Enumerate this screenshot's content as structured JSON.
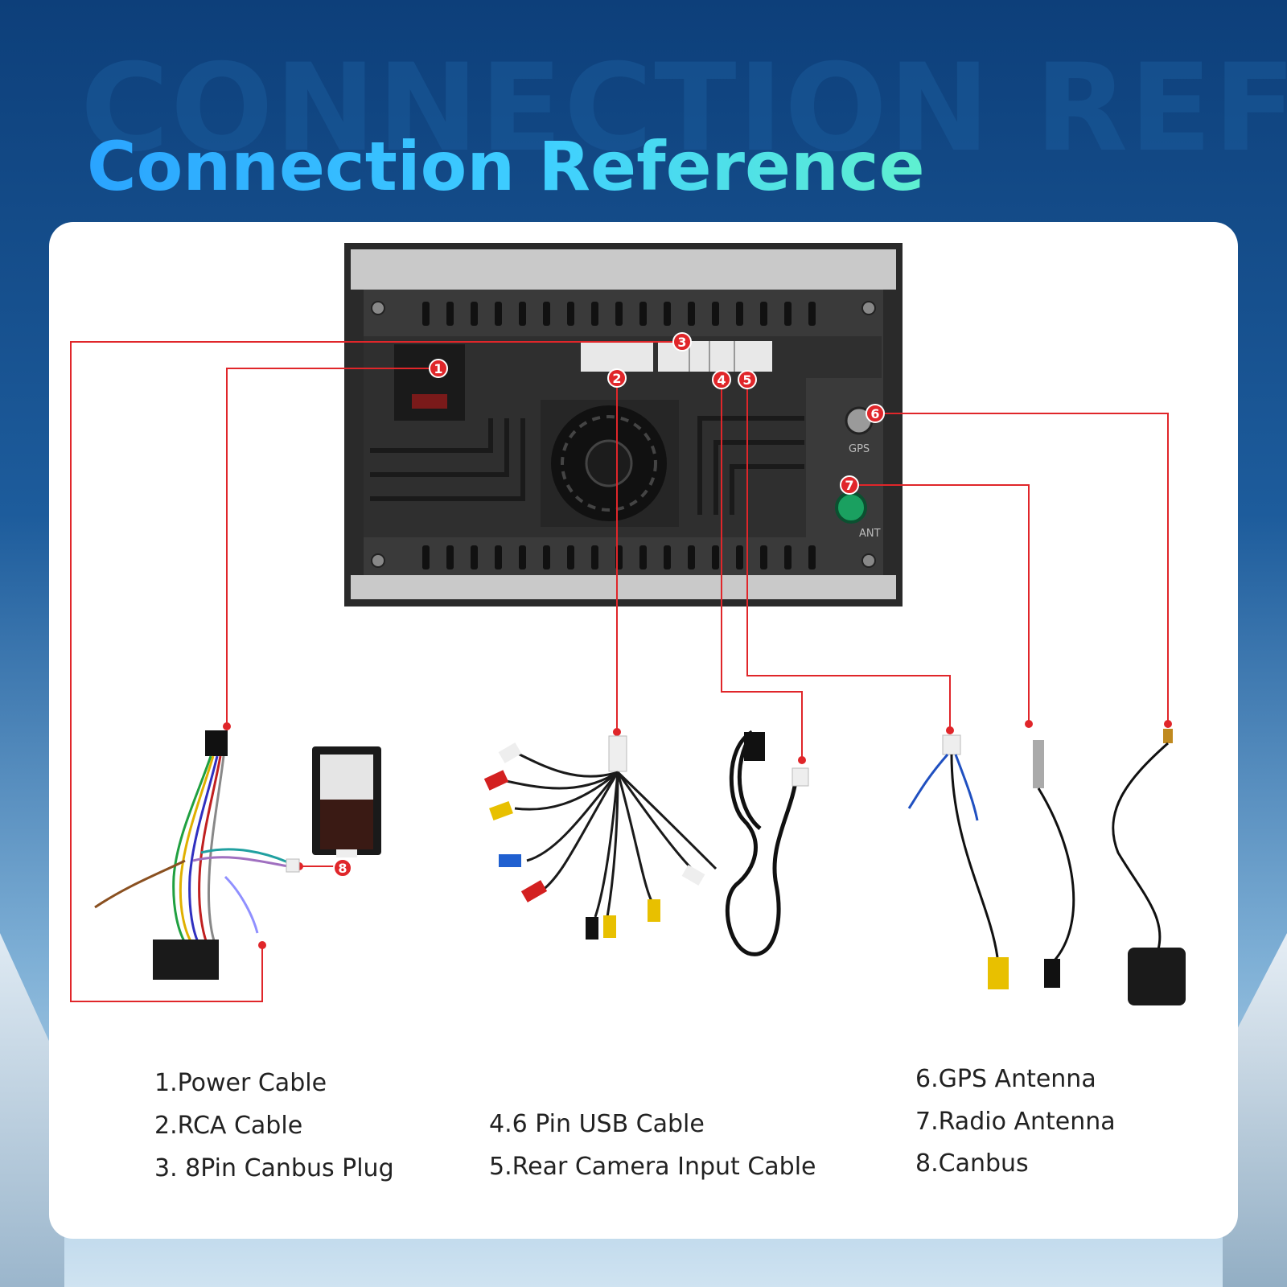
{
  "background_text": "CONNECTION REFERENCE",
  "title": "Connection Reference",
  "panel_labels": {
    "gps": "GPS",
    "ant": "ANT"
  },
  "markers": [
    "1",
    "2",
    "3",
    "4",
    "5",
    "6",
    "7",
    "8"
  ],
  "legend": [
    "1.Power Cable",
    "2.RCA Cable",
    "3. 8Pin Canbus Plug",
    "4.6 Pin USB Cable",
    "5.Rear Camera Input Cable",
    "6.GPS Antenna",
    "7.Radio Antenna",
    "8.Canbus"
  ],
  "colors": {
    "line": "#e0262a",
    "title_start": "#2aa4ff",
    "title_end": "#5ff0d0"
  }
}
